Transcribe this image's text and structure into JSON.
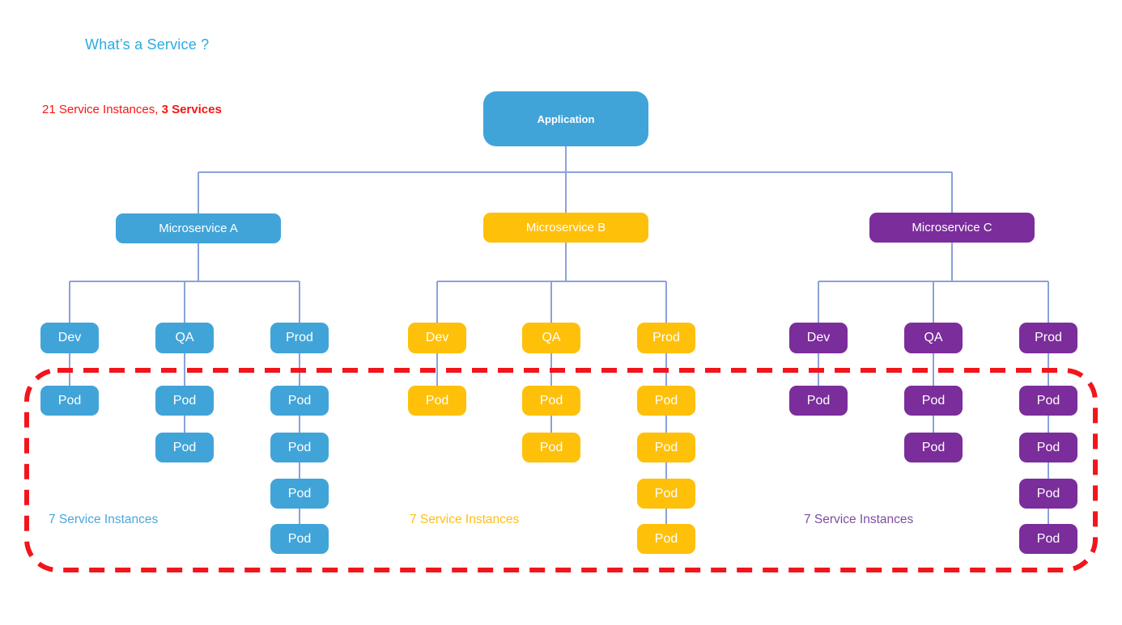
{
  "title": {
    "text": "What’s a Service ?",
    "color": "#29ABE2"
  },
  "summary": {
    "prefix": "21 Service Instances, ",
    "bold": "3 Services",
    "color": "#F91411"
  },
  "root": {
    "label": "Application",
    "color": "#41A4D8"
  },
  "groups": [
    {
      "name": "Microservice A",
      "color": "#41A4D8",
      "label": "7 Service Instances",
      "label_color": "#4BA7DB",
      "pod_label": "Pod",
      "environments": [
        {
          "label": "Dev",
          "pods": 1
        },
        {
          "label": "QA",
          "pods": 2
        },
        {
          "label": "Prod",
          "pods": 4
        }
      ]
    },
    {
      "name": "Microservice B",
      "color": "#FFC00A",
      "label": "7 Service Instances",
      "label_color": "#FFC010",
      "pod_label": "Pod",
      "environments": [
        {
          "label": "Dev",
          "pods": 1
        },
        {
          "label": "QA",
          "pods": 2
        },
        {
          "label": "Prod",
          "pods": 4
        }
      ]
    },
    {
      "name": "Microservice C",
      "color": "#7B2D9B",
      "label": "7 Service Instances",
      "label_color": "#7D4E9F",
      "pod_label": "Pod",
      "environments": [
        {
          "label": "Dev",
          "pods": 1
        },
        {
          "label": "QA",
          "pods": 2
        },
        {
          "label": "Prod",
          "pods": 4
        }
      ]
    }
  ],
  "highlight": {
    "border_color": "#F2151C"
  },
  "connector_color": "#8BA2D9"
}
